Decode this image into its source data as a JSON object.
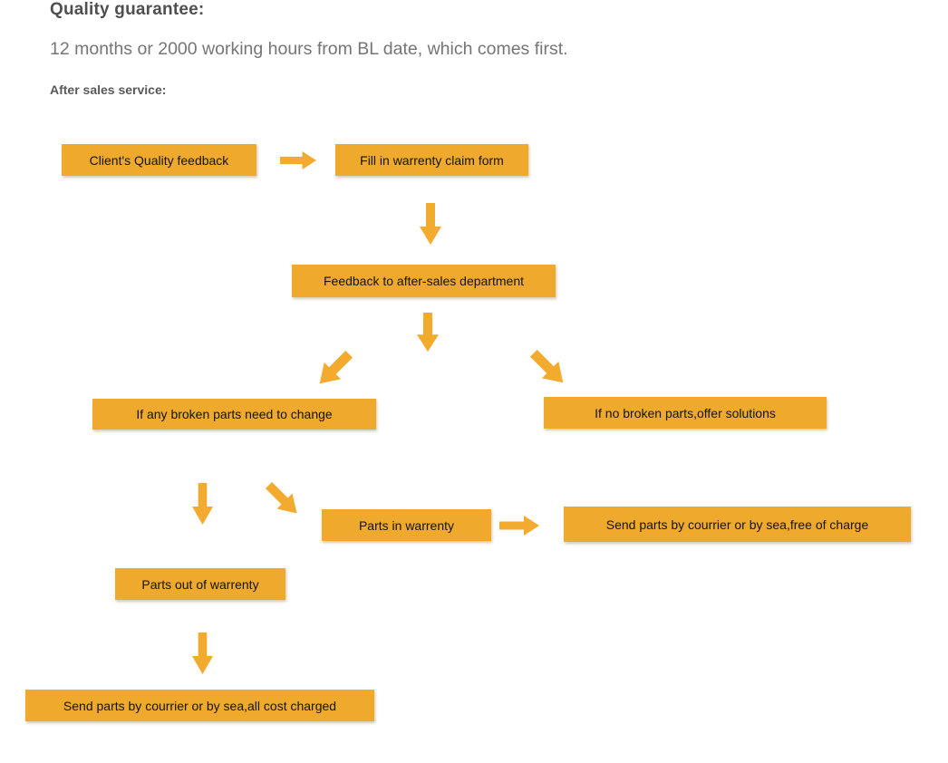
{
  "header": {
    "title": "Quality guarantee:",
    "subtitle": "12 months or 2000 working hours from BL date, which comes first.",
    "section_label": "After sales service:"
  },
  "colors": {
    "box_fill": "#EFA92C",
    "arrow_fill": "#F2AB2E",
    "box_text": "#141414",
    "title_text": "#4F4F4F",
    "subtitle_text": "#757575",
    "section_label_text": "#595959",
    "background": "#FFFFFF"
  },
  "flowchart": {
    "nodes": [
      {
        "id": "client-feedback",
        "label": "Client's Quality feedback"
      },
      {
        "id": "claim-form",
        "label": "Fill in warrenty claim form"
      },
      {
        "id": "after-sales-dept",
        "label": "Feedback to after-sales department"
      },
      {
        "id": "broken-parts",
        "label": "If any broken parts need to change"
      },
      {
        "id": "no-broken-parts",
        "label": "If no broken parts,offer solutions"
      },
      {
        "id": "in-warrenty",
        "label": "Parts in warrenty"
      },
      {
        "id": "free-of-charge",
        "label": "Send parts by courrier or by sea,free of charge"
      },
      {
        "id": "out-of-warrenty",
        "label": "Parts out of warrenty"
      },
      {
        "id": "all-cost-charged",
        "label": "Send parts by courrier or by sea,all cost charged"
      }
    ],
    "connectors": [
      {
        "from": "client-feedback",
        "to": "claim-form",
        "direction": "right"
      },
      {
        "from": "claim-form",
        "to": "after-sales-dept",
        "direction": "down"
      },
      {
        "from": "after-sales-dept",
        "to": "split",
        "direction": "down"
      },
      {
        "from": "after-sales-dept",
        "to": "broken-parts",
        "direction": "down-left"
      },
      {
        "from": "after-sales-dept",
        "to": "no-broken-parts",
        "direction": "down-right"
      },
      {
        "from": "broken-parts",
        "to": "out-of-warrenty",
        "direction": "down"
      },
      {
        "from": "broken-parts",
        "to": "in-warrenty",
        "direction": "down-right"
      },
      {
        "from": "in-warrenty",
        "to": "free-of-charge",
        "direction": "right"
      },
      {
        "from": "out-of-warrenty",
        "to": "all-cost-charged",
        "direction": "down"
      }
    ]
  }
}
